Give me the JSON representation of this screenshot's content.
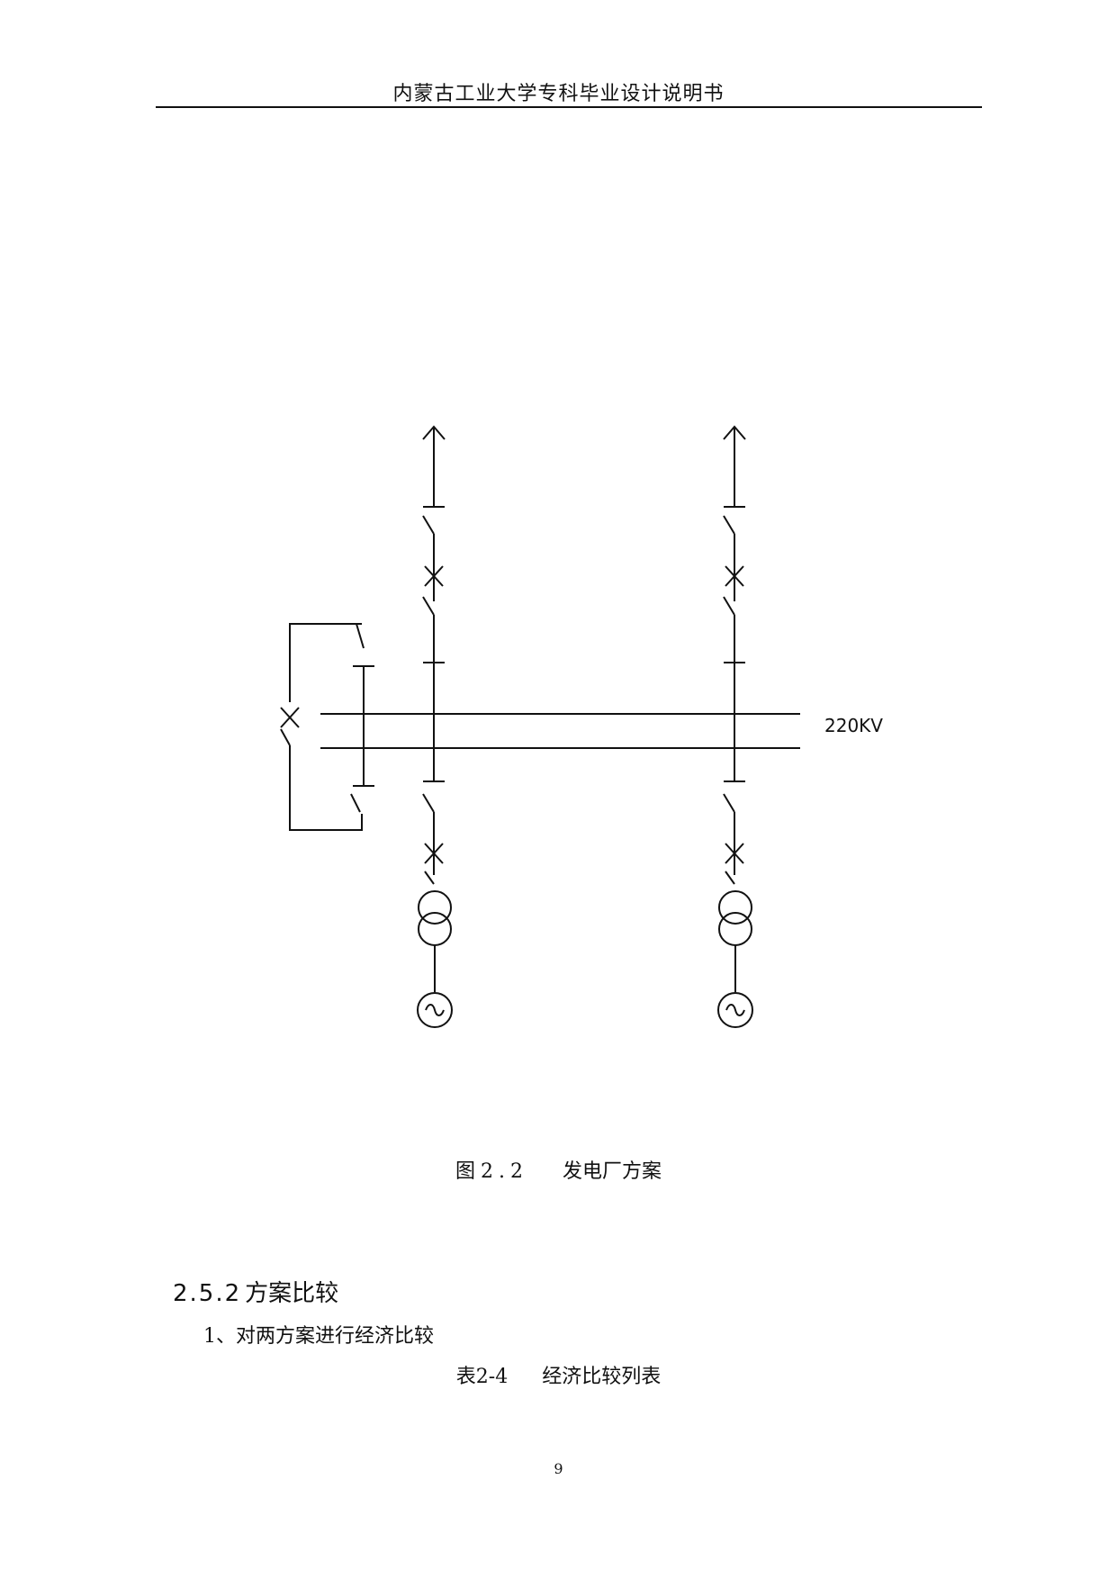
{
  "header": {
    "title": "内蒙古工业大学专科毕业设计说明书"
  },
  "diagram": {
    "bus_label": "220KV"
  },
  "figure_caption": {
    "number": "图2.2",
    "title": "发电厂方案"
  },
  "section": {
    "number": "2.5.2",
    "title": "方案比较"
  },
  "paragraph": {
    "text": "1、对两方案进行经济比较"
  },
  "table_caption": {
    "number": "表2-4",
    "title": "经济比较列表"
  },
  "page_number": "9"
}
